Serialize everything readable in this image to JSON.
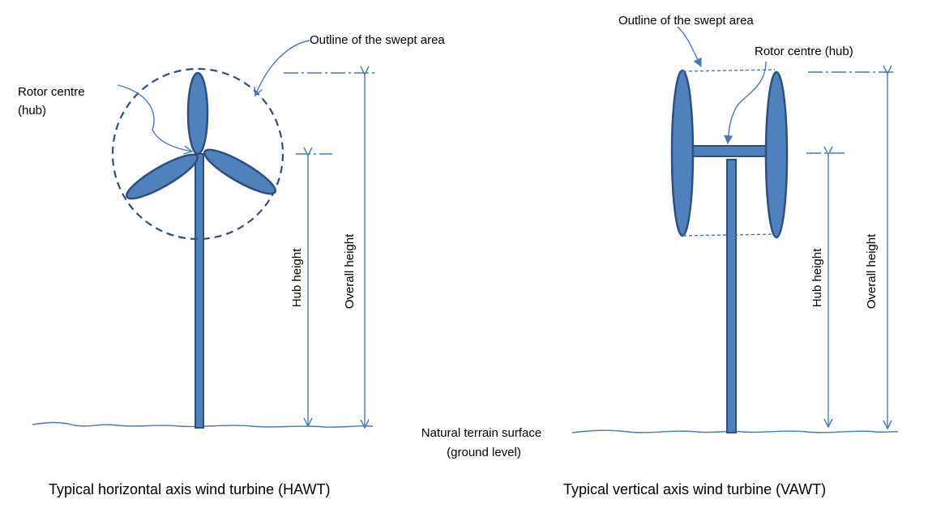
{
  "colors": {
    "blade_fill": "#4f81bd",
    "blade_stroke": "#2f4f7f",
    "line": "#4a7ab5",
    "dashed_circle": "#2f4f7f",
    "text": "#000000"
  },
  "hawt": {
    "label_swept_area": "Outline of the swept area",
    "label_rotor_centre_line1": "Rotor centre",
    "label_rotor_centre_line2": "(hub)",
    "label_hub_height": "Hub height",
    "label_overall_height": "Overall height",
    "caption": "Typical horizontal axis wind turbine (HAWT)"
  },
  "vawt": {
    "label_swept_area": "Outline of the swept area",
    "label_rotor_centre": "Rotor centre (hub)",
    "label_hub_height": "Hub height",
    "label_overall_height": "Overall height",
    "caption": "Typical vertical axis wind turbine (VAWT)"
  },
  "ground": {
    "label_line1": "Natural terrain surface",
    "label_line2": "(ground level)"
  }
}
